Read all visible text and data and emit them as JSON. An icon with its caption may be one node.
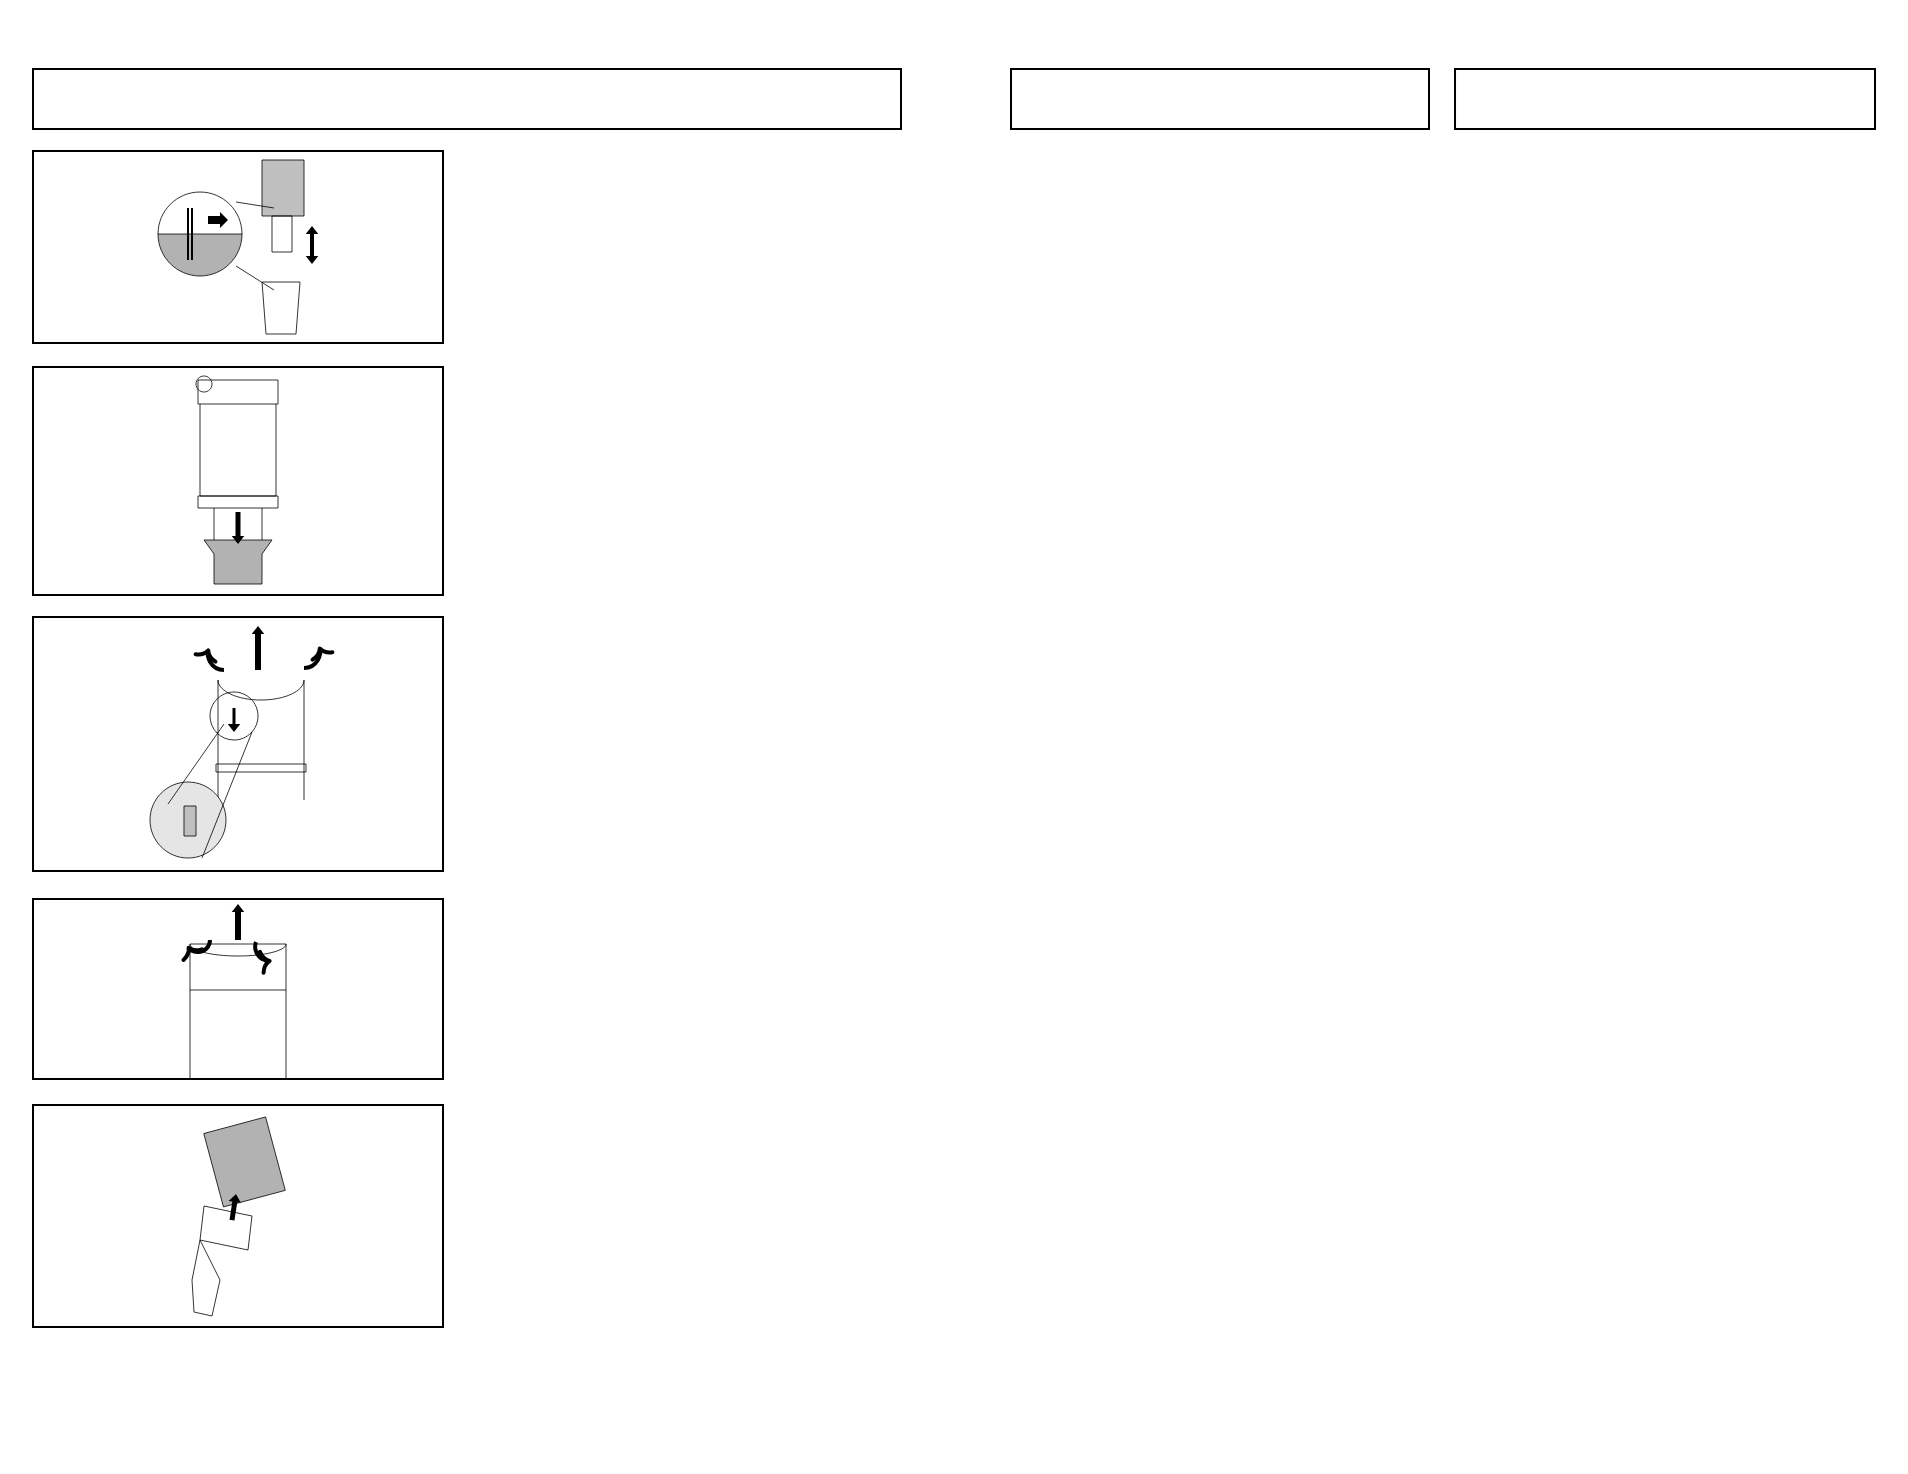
{
  "diagram": {
    "nodes": [
      {
        "text": [],
        "shape": "box"
      },
      {
        "text": [],
        "shape": "box"
      },
      {
        "text": [],
        "shape": "box"
      },
      {
        "text": [],
        "shape": "picture"
      },
      {
        "text": [],
        "shape": "picture"
      },
      {
        "text": [],
        "shape": "picture"
      },
      {
        "text": [],
        "shape": "picture"
      },
      {
        "text": [],
        "shape": "picture"
      }
    ]
  }
}
